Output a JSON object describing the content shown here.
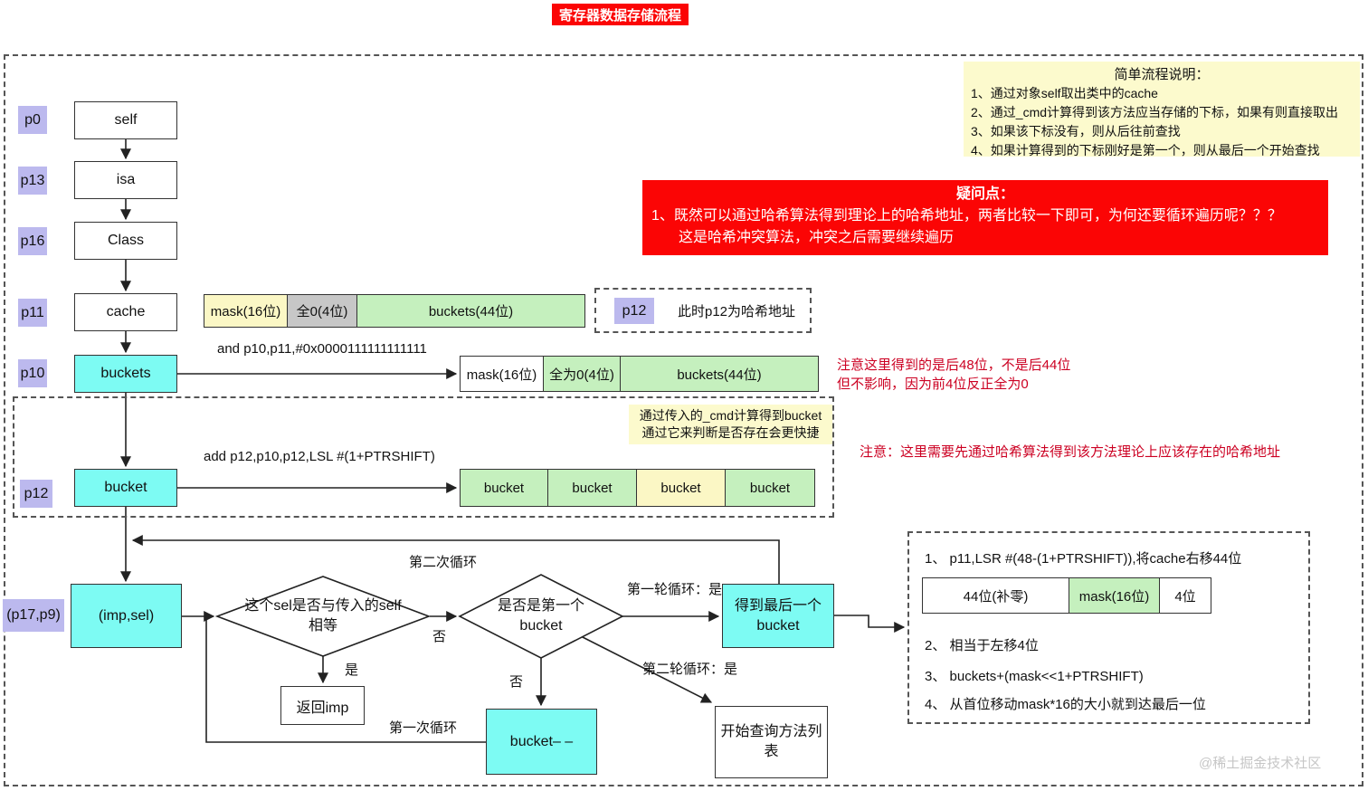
{
  "title": "寄存器数据存储流程",
  "watermark": "@稀土掘金技术社区",
  "colors": {
    "red": "#fb0505",
    "cyan": "#7dfbf3",
    "purple": "#bcb9ee",
    "yellow": "#fbf7c5",
    "green": "#c5f0be",
    "gray": "#c7c7c7",
    "note_text_red": "#cc0022"
  },
  "flow_note": {
    "title": "简单流程说明：",
    "items": [
      {
        "text": "1、通过对象self取出类中的cache"
      },
      {
        "text": "2、通过_cmd计算得到该方法应当存储的下标，如果有则直接取出"
      },
      {
        "text": "3、如果该下标没有，则从后往前查找"
      },
      {
        "text": "4、如果计算得到的下标刚好是第一个，则从最后一个开始查找"
      }
    ]
  },
  "question_note": {
    "title": "疑问点：",
    "line1": "1、既然可以通过哈希算法得到理论上的哈希地址，两者比较一下即可，为何还要循环遍历呢？？？",
    "line2": "这是哈希冲突算法，冲突之后需要继续遍历"
  },
  "registers": [
    {
      "label": "p0",
      "box": "self"
    },
    {
      "label": "p13",
      "box": "isa"
    },
    {
      "label": "p16",
      "box": "Class"
    },
    {
      "label": "p11",
      "box": "cache"
    },
    {
      "label": "p10",
      "box": "buckets"
    }
  ],
  "cache_bar": {
    "cells": [
      {
        "text": "mask(16位)"
      },
      {
        "text": "全0(4位)"
      },
      {
        "text": "buckets(44位)"
      }
    ]
  },
  "p12_note": {
    "label": "p12",
    "text": "此时p12为哈希地址"
  },
  "and_instruction": "and p10,p11,#0x0000111111111111",
  "masked_bar": {
    "cells": [
      {
        "text": "mask(16位)"
      },
      {
        "text": "全为0(4位)"
      },
      {
        "text": "buckets(44位)"
      }
    ]
  },
  "note_48": {
    "line1": "注意这里得到的是后48位，不是后44位",
    "line2": "但不影响，因为前4位反正全为0"
  },
  "note_hash": "注意：这里需要先通过哈希算法得到该方法理论上应该存在的哈希地址",
  "cmd_note": {
    "line1": "通过传入的_cmd计算得到bucket",
    "line2": "通过它来判断是否存在会更快捷"
  },
  "add_instruction": "add p12,p10,p12,LSL #(1+PTRSHIFT)",
  "p12_row": {
    "label": "p12",
    "box": "bucket",
    "cells": [
      {
        "text": "bucket"
      },
      {
        "text": "bucket"
      },
      {
        "text": "bucket"
      },
      {
        "text": "bucket"
      }
    ]
  },
  "loop": {
    "imp_sel_label": "(p17,p9)",
    "imp_sel": "(imp,sel)",
    "diamond1_line1": "这个sel是否与传入的self",
    "diamond1_line2": "相等",
    "yes": "是",
    "no": "否",
    "return_imp": "返回imp",
    "diamond2_line1": "是否是第一个",
    "diamond2_line2": "bucket",
    "second_loop": "第二次循环",
    "first_loop": "第一次循环",
    "round1_yes": "第一轮循环：是",
    "round2_yes": "第二轮循环：是",
    "last_bucket_line1": "得到最后一个",
    "last_bucket_line2": "bucket",
    "bucket_minus": "bucket– –",
    "search_method_line1": "开始查询方法列",
    "search_method_line2": "表"
  },
  "right_panel": {
    "item1": "1、 p11,LSR #(48-(1+PTRSHIFT)),将cache右移44位",
    "bar": [
      {
        "text": "44位(补零)"
      },
      {
        "text": "mask(16位)"
      },
      {
        "text": "4位"
      }
    ],
    "item2": "2、 相当于左移4位",
    "item3": "3、 buckets+(mask<<1+PTRSHIFT)",
    "item4": "4、 从首位移动mask*16的大小就到达最后一位"
  }
}
